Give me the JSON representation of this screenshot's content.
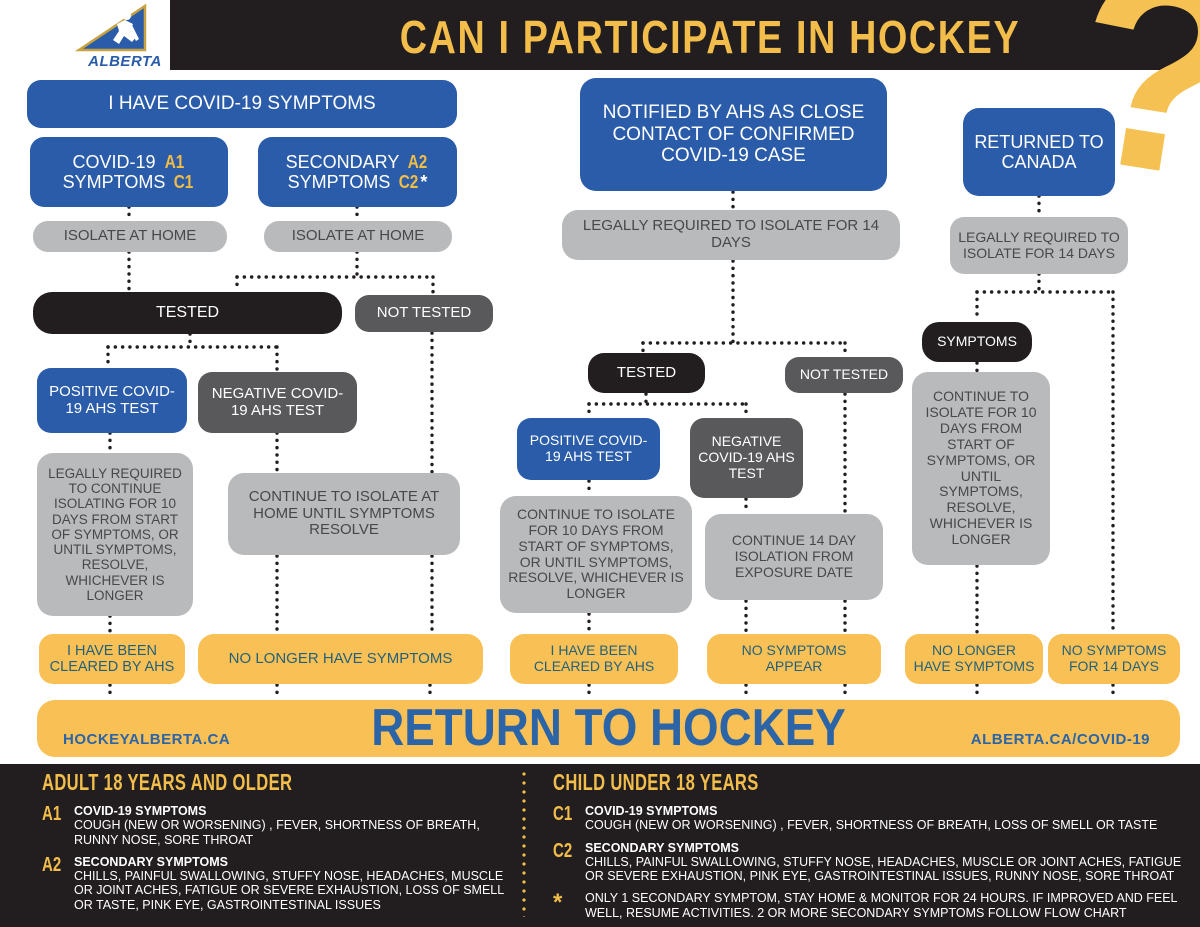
{
  "header": {
    "logo_wordmark": "ALBERTA",
    "title": "CAN I PARTICIPATE IN HOCKEY",
    "question_mark": "?"
  },
  "flow_symptoms": {
    "start": "I HAVE COVID-19 SYMPTOMS",
    "covid_line1": "COVID-19",
    "covid_tag1": "A1",
    "covid_line2": "SYMPTOMS",
    "covid_tag2": "C1",
    "secondary_line1": "SECONDARY",
    "secondary_tag1": "A2",
    "secondary_line2": "SYMPTOMS",
    "secondary_tag2": "C2",
    "secondary_star": "*",
    "isolate_left": "ISOLATE AT HOME",
    "isolate_right": "ISOLATE AT HOME",
    "tested": "TESTED",
    "not_tested": "NOT TESTED",
    "positive": "POSITIVE COVID-19 AHS TEST",
    "negative": "NEGATIVE COVID-19 AHS TEST",
    "positive_next": "LEGALLY REQUIRED TO CONTINUE ISOLATING FOR 10 DAYS FROM START OF SYMPTOMS, OR UNTIL SYMPTOMS, RESOLVE, WHICHEVER IS LONGER",
    "negative_next": "CONTINUE TO ISOLATE AT HOME UNTIL SYMPTOMS RESOLVE",
    "outcome_cleared": "I HAVE BEEN CLEARED BY AHS",
    "outcome_no_symptoms": "NO LONGER HAVE SYMPTOMS"
  },
  "flow_contact": {
    "start": "NOTIFIED BY AHS AS CLOSE CONTACT OF CONFIRMED COVID-19 CASE",
    "isolate": "LEGALLY REQUIRED TO ISOLATE FOR 14 DAYS",
    "tested": "TESTED",
    "not_tested": "NOT TESTED",
    "positive": "POSITIVE COVID-19 AHS TEST",
    "negative": "NEGATIVE COVID-19 AHS TEST",
    "positive_next": "CONTINUE TO ISOLATE FOR 10 DAYS FROM START OF SYMPTOMS, OR UNTIL SYMPTOMS, RESOLVE, WHICHEVER IS LONGER",
    "negative_next": "CONTINUE 14 DAY ISOLATION FROM EXPOSURE DATE",
    "outcome_cleared": "I HAVE BEEN CLEARED BY AHS",
    "outcome_no_symptoms": "NO SYMPTOMS APPEAR"
  },
  "flow_returned": {
    "start": "RETURNED TO CANADA",
    "isolate": "LEGALLY REQUIRED TO ISOLATE FOR 14 DAYS",
    "symptoms": "SYMPTOMS",
    "symptoms_next": "CONTINUE TO ISOLATE FOR 10 DAYS FROM START OF SYMPTOMS, OR UNTIL SYMPTOMS, RESOLVE, WHICHEVER IS LONGER",
    "outcome_no_symptoms": "NO LONGER HAVE SYMPTOMS",
    "outcome_no_symptoms_14": "NO SYMPTOMS FOR 14 DAYS"
  },
  "return_bar": {
    "left_url": "HOCKEYALBERTA.CA",
    "title": "RETURN TO HOCKEY",
    "right_url": "ALBERTA.CA/COVID-19"
  },
  "legend": {
    "adult": {
      "heading": "ADULT 18 YEARS AND OLDER",
      "items": [
        {
          "tag": "A1",
          "title": "COVID-19 SYMPTOMS",
          "text": "COUGH (NEW OR WORSENING) , FEVER, SHORTNESS OF BREATH, RUNNY NOSE, SORE THROAT"
        },
        {
          "tag": "A2",
          "title": "SECONDARY SYMPTOMS",
          "text": "CHILLS, PAINFUL SWALLOWING, STUFFY NOSE, HEADACHES, MUSCLE OR JOINT ACHES, FATIGUE OR SEVERE EXHAUSTION, LOSS OF SMELL OR TASTE, PINK EYE, GASTROINTESTINAL ISSUES"
        }
      ]
    },
    "child": {
      "heading": "CHILD UNDER 18 YEARS",
      "items": [
        {
          "tag": "C1",
          "title": "COVID-19 SYMPTOMS",
          "text": "COUGH (NEW OR WORSENING) , FEVER, SHORTNESS OF BREATH, LOSS OF SMELL OR TASTE"
        },
        {
          "tag": "C2",
          "title": "SECONDARY SYMPTOMS",
          "text": "CHILLS, PAINFUL SWALLOWING, STUFFY NOSE, HEADACHES, MUSCLE OR JOINT ACHES, FATIGUE OR SEVERE EXHAUSTION, PINK EYE, GASTROINTESTINAL ISSUES, RUNNY NOSE, SORE THROAT"
        },
        {
          "tag": "*",
          "title": "",
          "text": "ONLY 1 SECONDARY SYMPTOM, STAY HOME & MONITOR FOR 24 HOURS. IF IMPROVED AND FEEL WELL, RESUME ACTIVITIES. 2 OR MORE SECONDARY SYMPTOMS FOLLOW FLOW CHART"
        }
      ]
    }
  },
  "colors": {
    "brand_blue": "#2a5caa",
    "accent_yellow": "#f9c155",
    "title_yellow": "#f2bd4a",
    "light_gray": "#b8babc",
    "dark_gray": "#59595c",
    "near_black": "#221e20",
    "link_blue": "#2b64a7",
    "outcome_text": "#24607a"
  }
}
